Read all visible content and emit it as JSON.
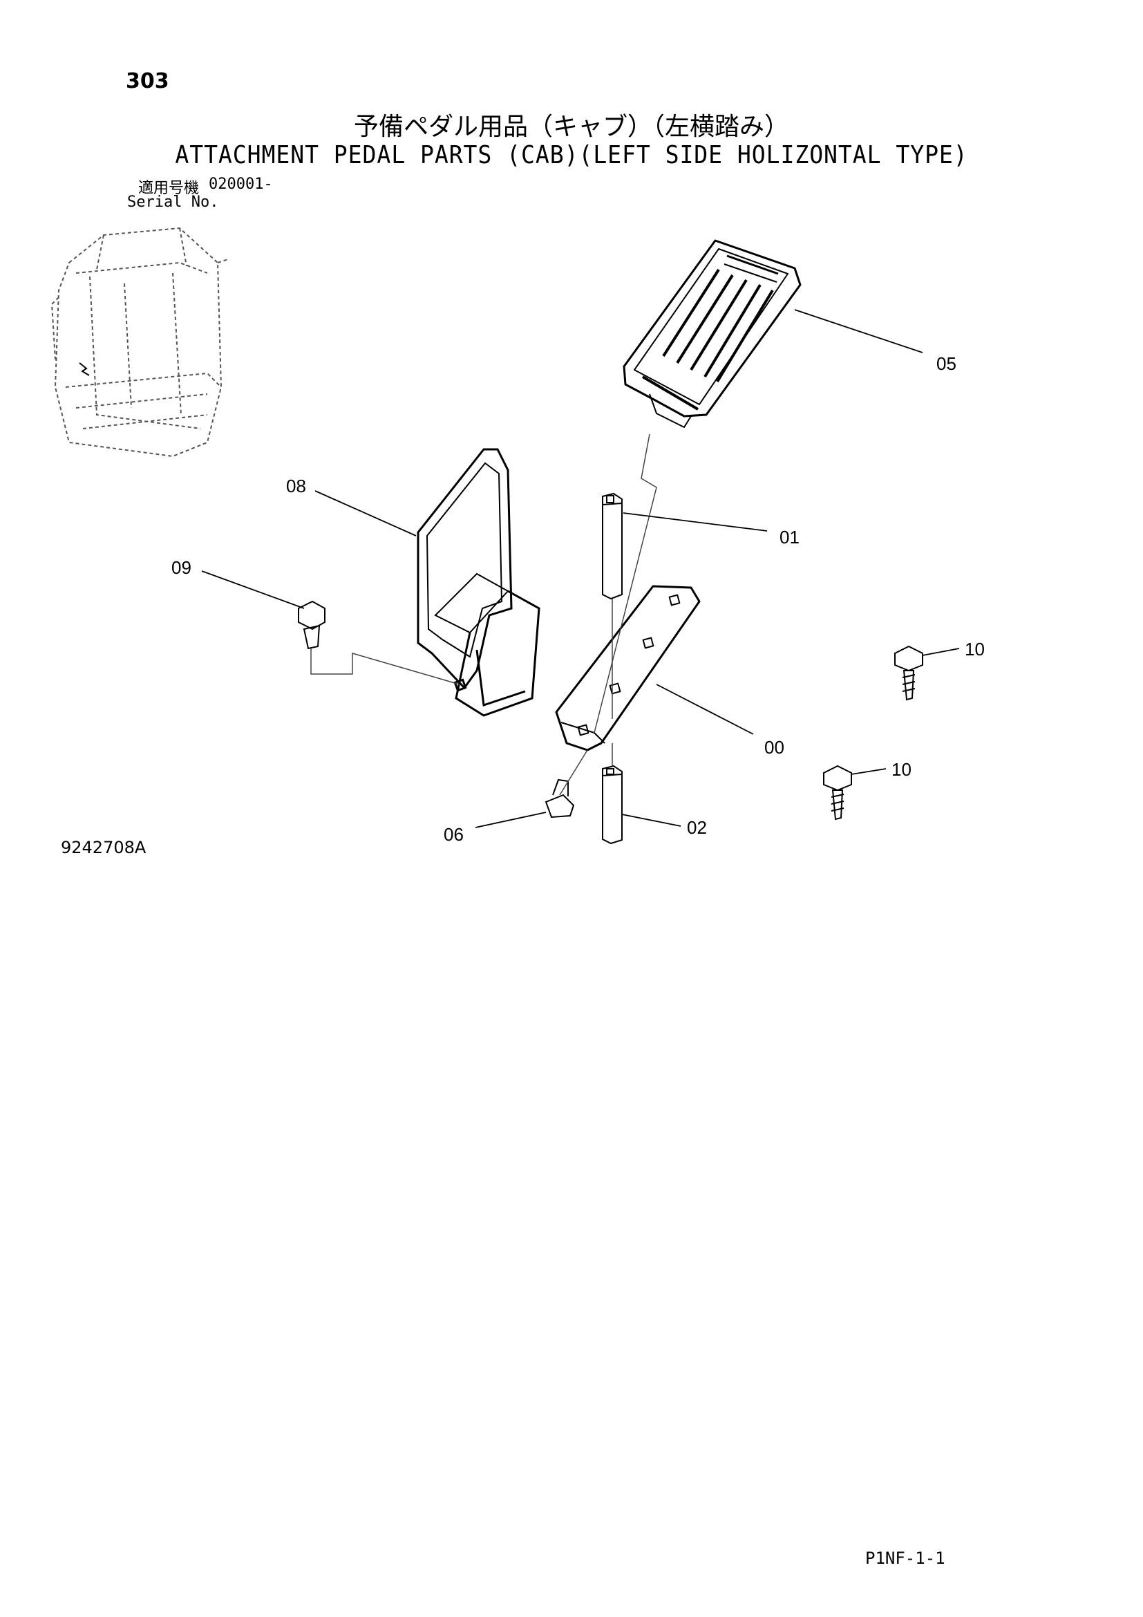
{
  "header": {
    "page_number": "303",
    "title_jp": "予備ペダル用品（キャブ）（左横踏み）",
    "title_en": "ATTACHMENT PEDAL PARTS (CAB)(LEFT SIDE HOLIZONTAL TYPE)",
    "serial_label_jp": "適用号機",
    "serial_value": "020001-",
    "serial_label_en": "Serial No."
  },
  "callouts": {
    "c05": "05",
    "c08": "08",
    "c01": "01",
    "c09": "09",
    "c10a": "10",
    "c00": "00",
    "c10b": "10",
    "c06": "06",
    "c02": "02"
  },
  "footer": {
    "figure_id": "9242708A",
    "page_code": "P1NF-1-1"
  }
}
